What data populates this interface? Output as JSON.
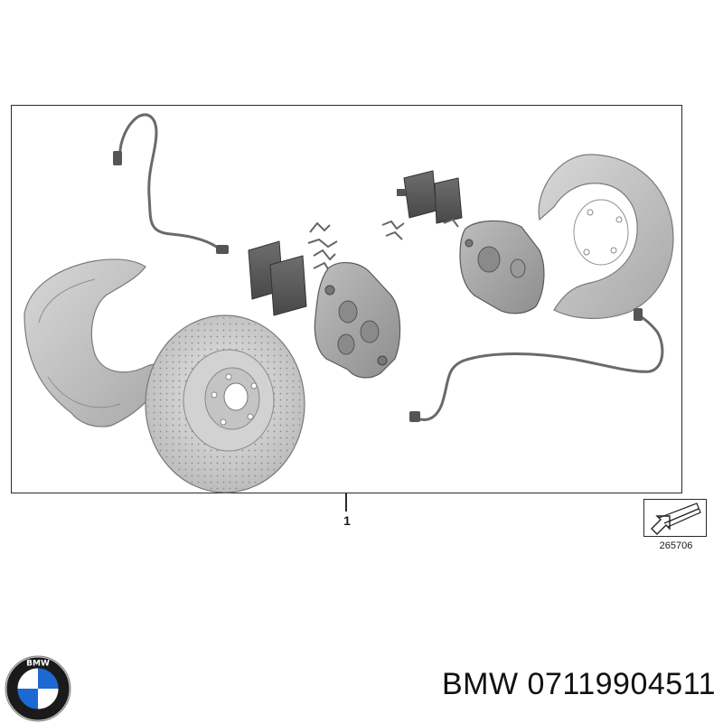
{
  "diagram": {
    "callout_number": "1",
    "reference_number": "265706"
  },
  "caption": {
    "brand": "BMW",
    "part_number": "07119904511",
    "full": "BMW 07119904511"
  },
  "logo": {
    "letters": "BMW",
    "colors": {
      "blue": "#1c69d4",
      "white": "#ffffff",
      "ring": "#111111"
    }
  }
}
